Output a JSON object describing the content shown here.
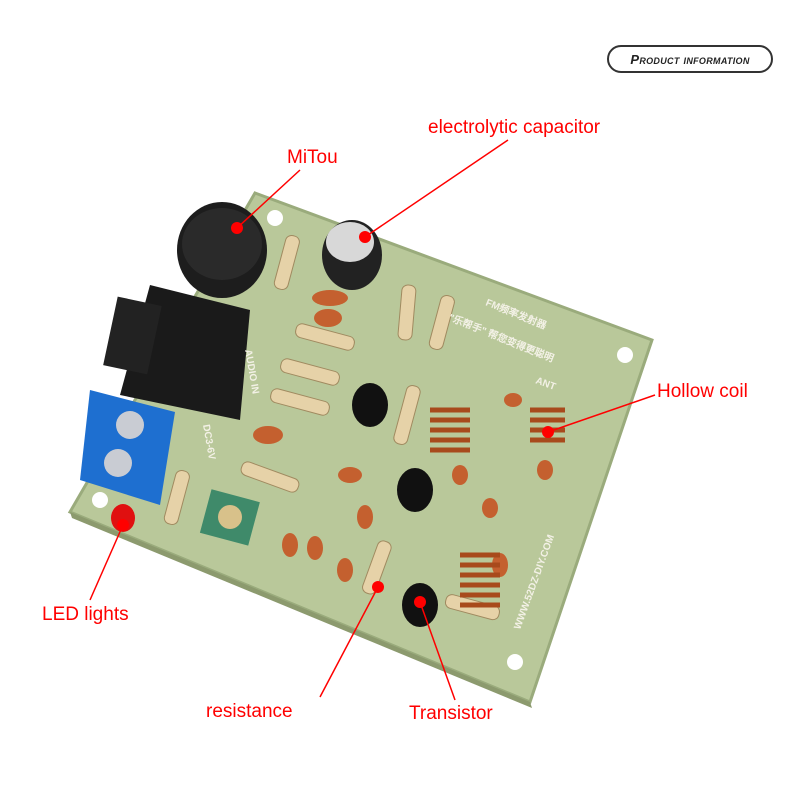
{
  "badge": {
    "label": "Product information"
  },
  "callouts": [
    {
      "id": "mic",
      "label": "MiTou"
    },
    {
      "id": "capacitor",
      "label": "electrolytic capacitor"
    },
    {
      "id": "coil",
      "label": "Hollow coil"
    },
    {
      "id": "led",
      "label": "LED lights"
    },
    {
      "id": "resistor",
      "label": "resistance"
    },
    {
      "id": "transistor",
      "label": "Transistor"
    }
  ],
  "board": {
    "title": "FM频率发射器",
    "slogan": "\"乐帮手\" 帮您变得更聪明",
    "website": "WWW.52DZ-DIY.COM",
    "input_label": "AUDIO IN",
    "power_label": "DC3-6V",
    "antenna_label": "ANT",
    "colors": {
      "pcb": "#b9c89a",
      "callout": "#ff0000"
    }
  }
}
